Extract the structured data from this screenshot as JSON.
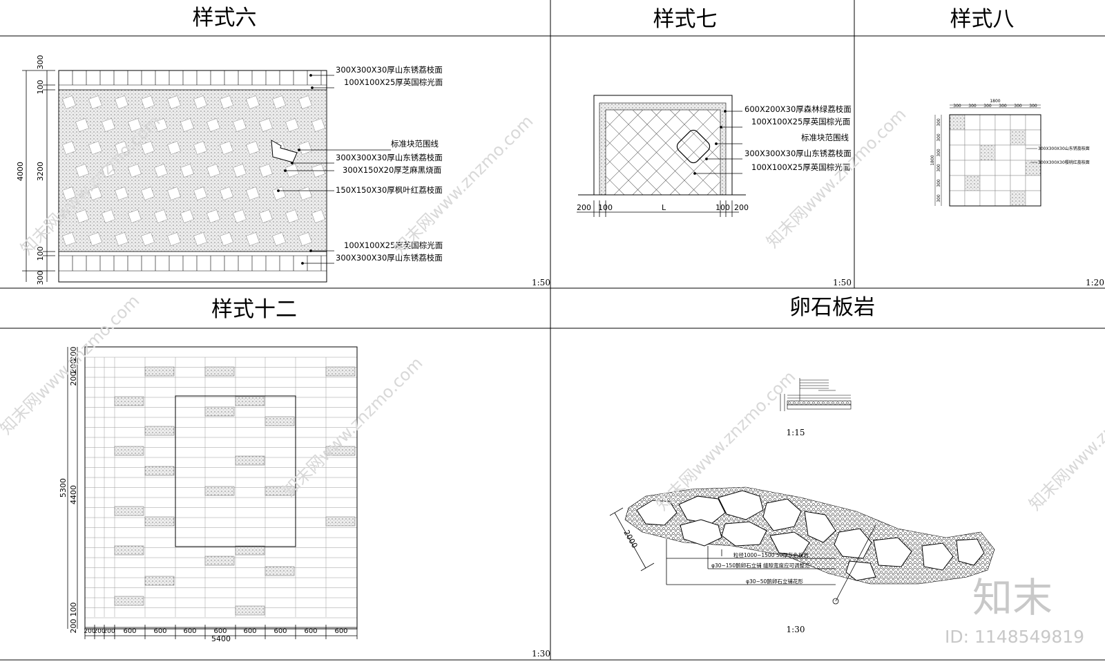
{
  "panels": {
    "p6": {
      "title": "样式六",
      "scale": "1:50",
      "labels": [
        "300X300X30厚山东锈荔枝面",
        "100X100X25厚英国棕光面",
        "标准块范围线",
        "300X300X30厚山东锈荔枝面",
        "300X150X20厚芝麻黑烧面",
        "150X150X30厚枫叶红荔枝面",
        "100X100X25厚英国棕光面",
        "300X300X30厚山东锈荔枝面"
      ],
      "dims": [
        "300",
        "100",
        "4000",
        "3200",
        "100",
        "300"
      ]
    },
    "p7": {
      "title": "样式七",
      "scale": "1:50",
      "labels": [
        "600X200X30厚森林绿荔枝面",
        "100X100X25厚英国棕光面",
        "标准块范围线",
        "300X300X30厚山东锈荔枝面",
        "100X100X25厚英国棕光面"
      ],
      "dims": [
        "200",
        "100",
        "L",
        "100",
        "200"
      ]
    },
    "p8": {
      "title": "样式八",
      "scale": "1:20",
      "dims_top": [
        "1800",
        "300",
        "300",
        "300",
        "300",
        "300",
        "300"
      ],
      "dims_left": [
        "1800",
        "300",
        "300",
        "300",
        "300",
        "300",
        "300"
      ],
      "labels": [
        "300X300X30山东锈荔枝面",
        "300X300X30樱桃红荔枝面"
      ]
    },
    "p12": {
      "title": "样式十二",
      "scale": "1:30",
      "dims_bottom": [
        "200",
        "200",
        "200",
        "600",
        "600",
        "600",
        "600",
        "600",
        "600",
        "600",
        "600"
      ],
      "total_bottom": "5400",
      "dims_left": [
        "5300",
        "4400",
        "200",
        "200",
        "200",
        "100",
        "200"
      ]
    },
    "pb": {
      "title": "卵石板岩",
      "scale1": "1:15",
      "scale2": "1:30",
      "labels": [
        "粒径1000~1500 50厚灰色板岩",
        "φ30~150鹅卵石立铺  缝隙宽度应可调整范",
        "φ30~50鹅卵石立铺花形"
      ],
      "dim": "2000"
    }
  },
  "watermark": {
    "site": "知末网www.znzmo.com",
    "logo": "知末",
    "id": "ID: 1148549819"
  },
  "colors": {
    "line": "#000000",
    "stone": "#d4d4d4",
    "wm": "#d8d8d8"
  }
}
